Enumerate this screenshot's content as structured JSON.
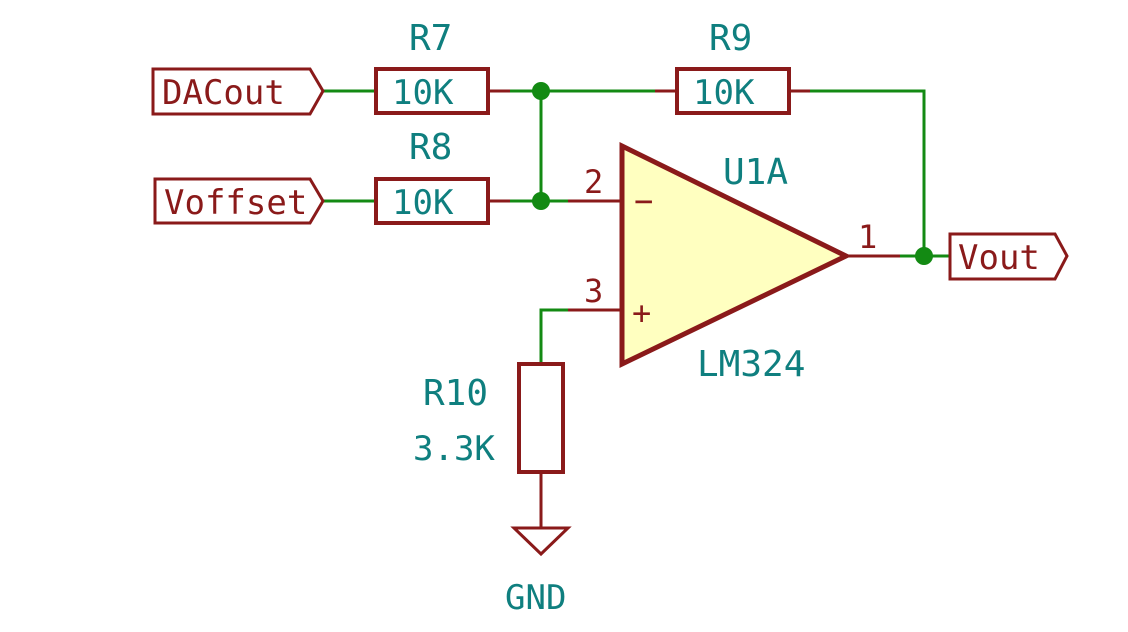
{
  "colors": {
    "component": "#8a1a1a",
    "wire": "#138a13",
    "reference_text": "#0f7f7f",
    "opamp_fill": "#ffffc0",
    "background": "#ffffff"
  },
  "labels": {
    "dacout": "DACout",
    "voffset": "Voffset",
    "vout": "Vout",
    "gnd": "GND"
  },
  "resistors": {
    "r7": {
      "ref": "R7",
      "value": "10K"
    },
    "r8": {
      "ref": "R8",
      "value": "10K"
    },
    "r9": {
      "ref": "R9",
      "value": "10K"
    },
    "r10": {
      "ref": "R10",
      "value": "3.3K"
    }
  },
  "opamp": {
    "ref": "U1A",
    "part": "LM324",
    "pin_inverting": "2",
    "pin_noninverting": "3",
    "pin_output": "1",
    "minus_sign": "−",
    "plus_sign": "+"
  }
}
